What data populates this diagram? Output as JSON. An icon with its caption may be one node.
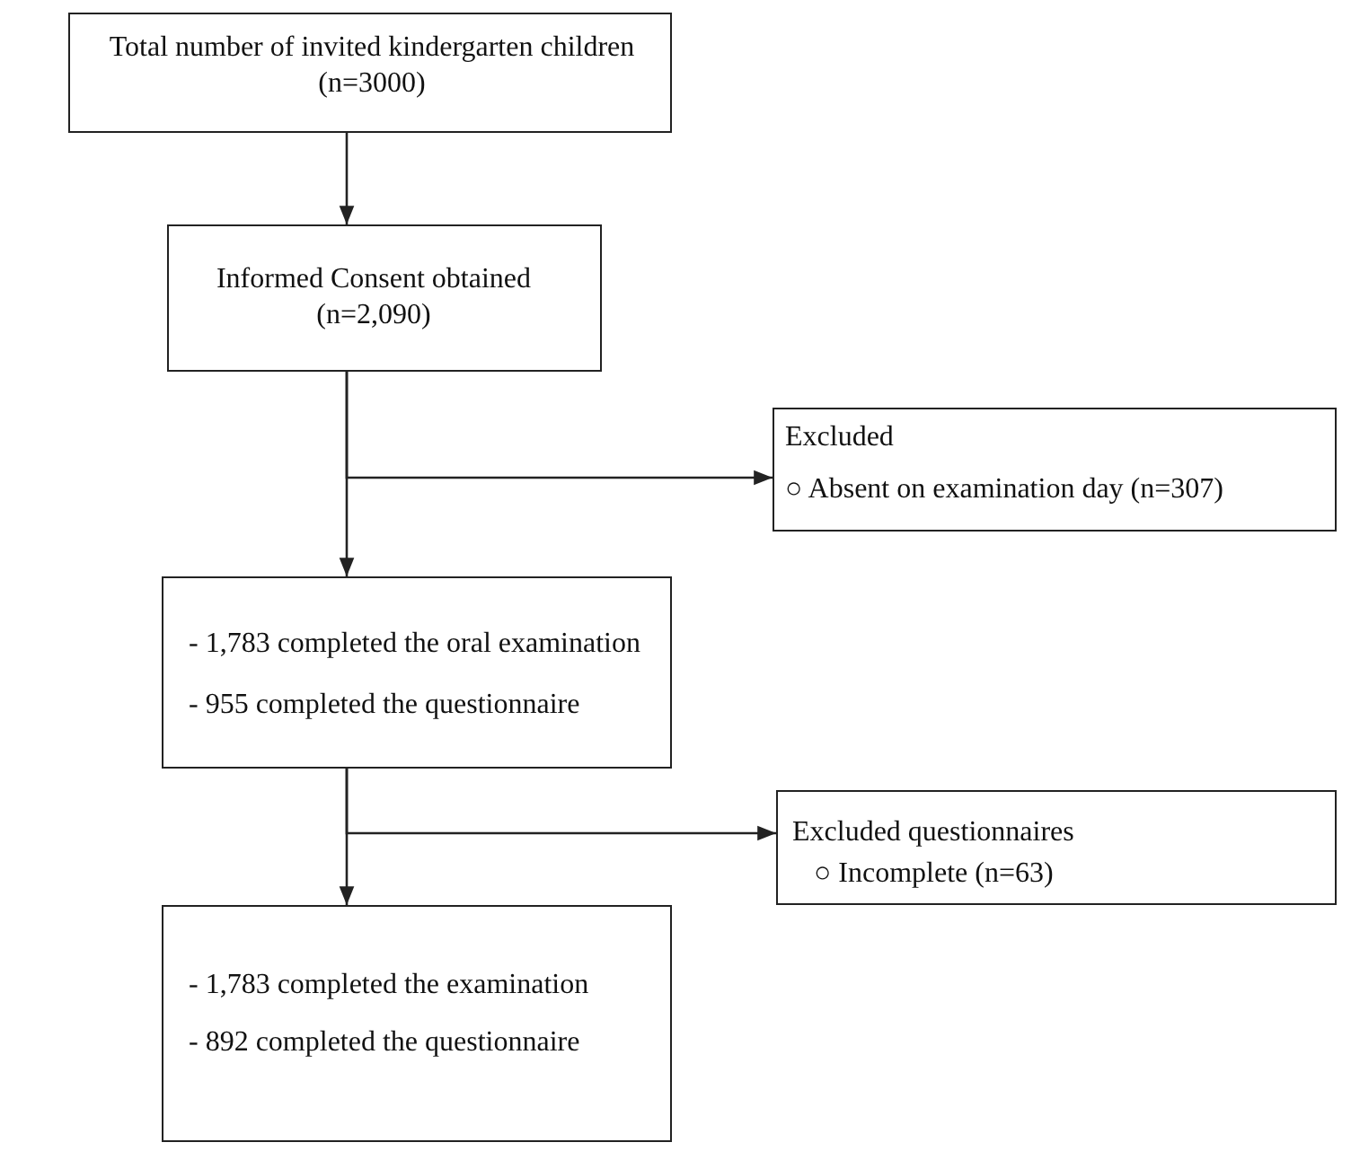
{
  "diagram": {
    "nodes": [
      {
        "text": [
          "Total number of invited kindergarten children (n=3000)"
        ]
      },
      {
        "text": [
          "Informed Consent obtained (n=2,090)"
        ]
      },
      {
        "text": [
          "Excluded",
          "○ Absent on examination day (n=307)"
        ]
      },
      {
        "text": [
          "- 1,783 completed the oral examination",
          "- 955 completed the questionnaire"
        ]
      },
      {
        "text": [
          "Excluded questionnaires",
          "○ Incomplete (n=63)"
        ]
      },
      {
        "text": [
          "- 1,783 completed the examination",
          "- 892 completed the questionnaire"
        ]
      }
    ],
    "edges": [
      {
        "from": 0,
        "to": 1,
        "arrow": "to"
      },
      {
        "from": 1,
        "to": 3,
        "arrow": "to"
      },
      {
        "from": 1,
        "to": 2,
        "arrow": "to"
      },
      {
        "from": 3,
        "to": 5,
        "arrow": "to"
      },
      {
        "from": 3,
        "to": 4,
        "arrow": "to"
      }
    ]
  }
}
